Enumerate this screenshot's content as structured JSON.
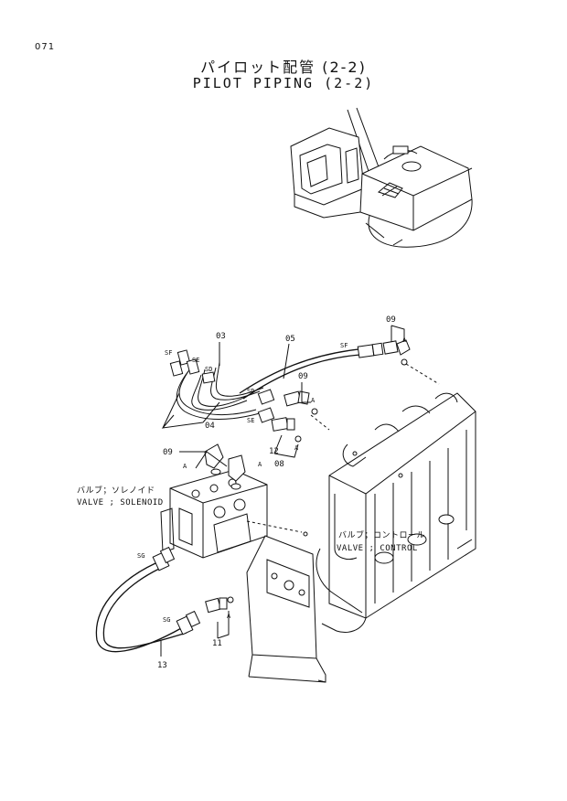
{
  "page": {
    "number": "071"
  },
  "title": {
    "jp": "パイロット配管 (2-2)",
    "en": "PILOT PIPING (2-2)"
  },
  "labels": {
    "sf": "SF",
    "se": "SE",
    "sd": "SD",
    "sg": "SG",
    "a": "A",
    "p03": "03",
    "p04": "04",
    "p05": "05",
    "p08": "08",
    "p09": "09",
    "p11": "11",
    "p12": "12",
    "p13": "13"
  },
  "callouts": {
    "solenoid_jp": "バルブ；ソレノイド",
    "solenoid_en": "VALVE ; SOLENOID",
    "control_jp": "バルブ；コントロール",
    "control_en": "VALVE ; CONTROL"
  }
}
